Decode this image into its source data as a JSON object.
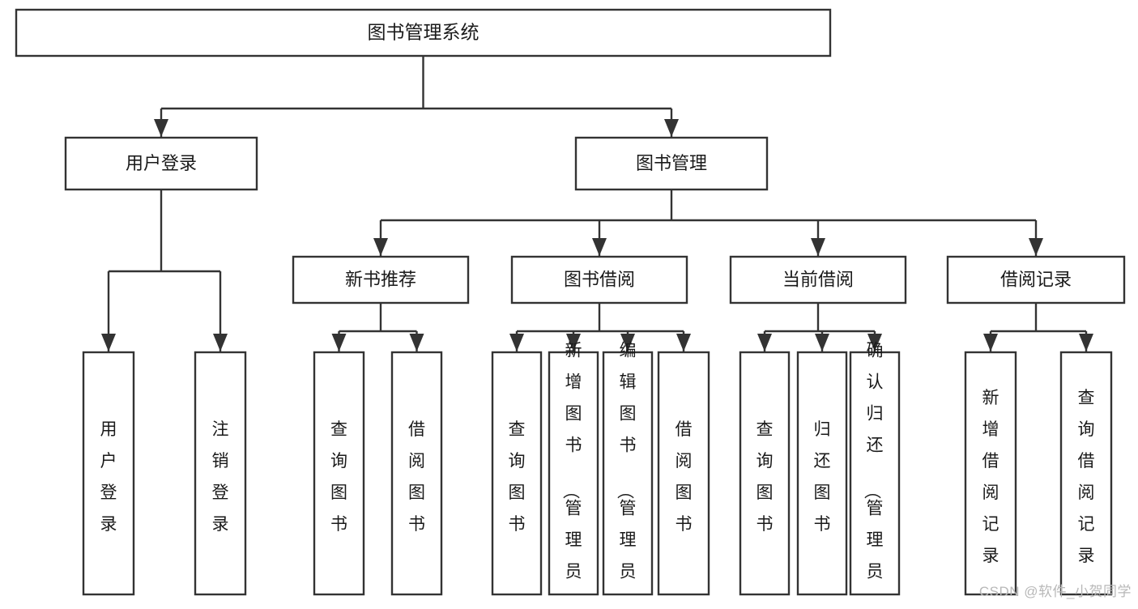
{
  "diagram": {
    "title": "图书管理系统",
    "watermark": "CSDN @软件_小贺同学",
    "colors": {
      "stroke": "#333333",
      "fill": "#ffffff",
      "text": "#1a1a1a",
      "watermark": "#b8b8b8"
    },
    "root": {
      "label": "图书管理系统"
    },
    "level2": [
      {
        "label": "用户登录"
      },
      {
        "label": "图书管理"
      }
    ],
    "level3": [
      {
        "label": "新书推荐"
      },
      {
        "label": "图书借阅"
      },
      {
        "label": "当前借阅"
      },
      {
        "label": "借阅记录"
      }
    ],
    "leaves": [
      {
        "label": "用户登录"
      },
      {
        "label": "注销登录"
      },
      {
        "label": "查询图书"
      },
      {
        "label": "借阅图书"
      },
      {
        "label": "查询图书"
      },
      {
        "label": "新增图书（管理员）"
      },
      {
        "label": "编辑图书（管理员）"
      },
      {
        "label": "借阅图书"
      },
      {
        "label": "查询图书"
      },
      {
        "label": "归还图书"
      },
      {
        "label": "确认归还（管理员）"
      },
      {
        "label": "新增借阅记录"
      },
      {
        "label": "查询借阅记录"
      }
    ]
  },
  "chart_data": {
    "type": "diagram",
    "subtype": "tree-hierarchy-flowchart",
    "title": "图书管理系统",
    "orientation": "top-down",
    "nodes": [
      {
        "id": "root",
        "label": "图书管理系统",
        "level": 1
      },
      {
        "id": "n-login",
        "label": "用户登录",
        "level": 2
      },
      {
        "id": "n-bookmgr",
        "label": "图书管理",
        "level": 2
      },
      {
        "id": "n-newbook",
        "label": "新书推荐",
        "level": 3
      },
      {
        "id": "n-borrow",
        "label": "图书借阅",
        "level": 3
      },
      {
        "id": "n-current",
        "label": "当前借阅",
        "level": 3
      },
      {
        "id": "n-record",
        "label": "借阅记录",
        "level": 3
      },
      {
        "id": "l-userlogin",
        "label": "用户登录",
        "level": 4
      },
      {
        "id": "l-logout",
        "label": "注销登录",
        "level": 4
      },
      {
        "id": "l-query1",
        "label": "查询图书",
        "level": 4
      },
      {
        "id": "l-borrow1",
        "label": "借阅图书",
        "level": 4
      },
      {
        "id": "l-query2",
        "label": "查询图书",
        "level": 4
      },
      {
        "id": "l-add",
        "label": "新增图书（管理员）",
        "level": 4
      },
      {
        "id": "l-edit",
        "label": "编辑图书（管理员）",
        "level": 4
      },
      {
        "id": "l-borrow2",
        "label": "借阅图书",
        "level": 4
      },
      {
        "id": "l-query3",
        "label": "查询图书",
        "level": 4
      },
      {
        "id": "l-return",
        "label": "归还图书",
        "level": 4
      },
      {
        "id": "l-confirm",
        "label": "确认归还（管理员）",
        "level": 4
      },
      {
        "id": "l-addrec",
        "label": "新增借阅记录",
        "level": 4
      },
      {
        "id": "l-queryrec",
        "label": "查询借阅记录",
        "level": 4
      }
    ],
    "edges": [
      {
        "from": "root",
        "to": "n-login"
      },
      {
        "from": "root",
        "to": "n-bookmgr"
      },
      {
        "from": "n-login",
        "to": "l-userlogin"
      },
      {
        "from": "n-login",
        "to": "l-logout"
      },
      {
        "from": "n-bookmgr",
        "to": "n-newbook"
      },
      {
        "from": "n-bookmgr",
        "to": "n-borrow"
      },
      {
        "from": "n-bookmgr",
        "to": "n-current"
      },
      {
        "from": "n-bookmgr",
        "to": "n-record"
      },
      {
        "from": "n-newbook",
        "to": "l-query1"
      },
      {
        "from": "n-newbook",
        "to": "l-borrow1"
      },
      {
        "from": "n-borrow",
        "to": "l-query2"
      },
      {
        "from": "n-borrow",
        "to": "l-add"
      },
      {
        "from": "n-borrow",
        "to": "l-edit"
      },
      {
        "from": "n-borrow",
        "to": "l-borrow2"
      },
      {
        "from": "n-current",
        "to": "l-query3"
      },
      {
        "from": "n-current",
        "to": "l-return"
      },
      {
        "from": "n-current",
        "to": "l-confirm"
      },
      {
        "from": "n-record",
        "to": "l-addrec"
      },
      {
        "from": "n-record",
        "to": "l-queryrec"
      }
    ]
  }
}
